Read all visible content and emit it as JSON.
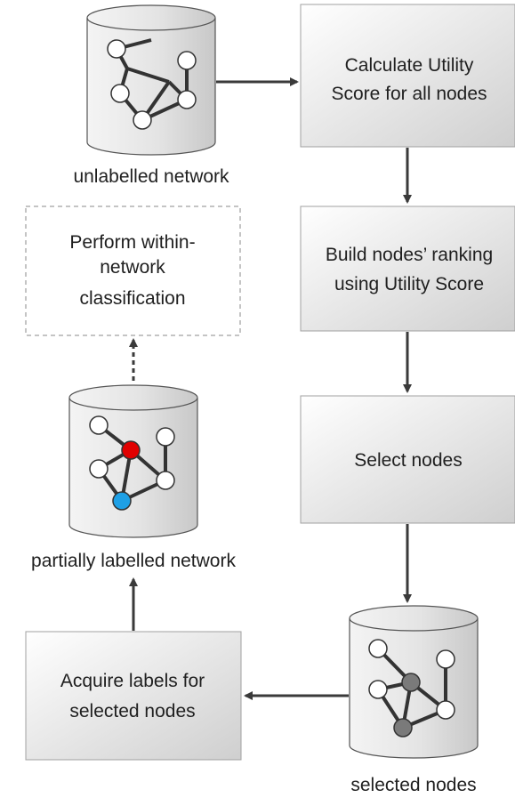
{
  "processes": {
    "calc": [
      "Calculate Utility",
      "Score for all nodes"
    ],
    "rank": [
      "Build nodes’ ranking",
      "using Utility Score"
    ],
    "select": [
      "Select nodes"
    ],
    "acquire": [
      "Acquire labels for",
      "selected nodes"
    ]
  },
  "optional_step": [
    "Perform within-",
    "network",
    "classification"
  ],
  "stores": {
    "unlabelled": "unlabelled network",
    "partial": "partially labelled network",
    "selected": "selected nodes"
  },
  "colors": {
    "node_labelled_a": "#e00000",
    "node_labelled_b": "#1ea0e6",
    "node_selected": "#7a7a7a"
  }
}
